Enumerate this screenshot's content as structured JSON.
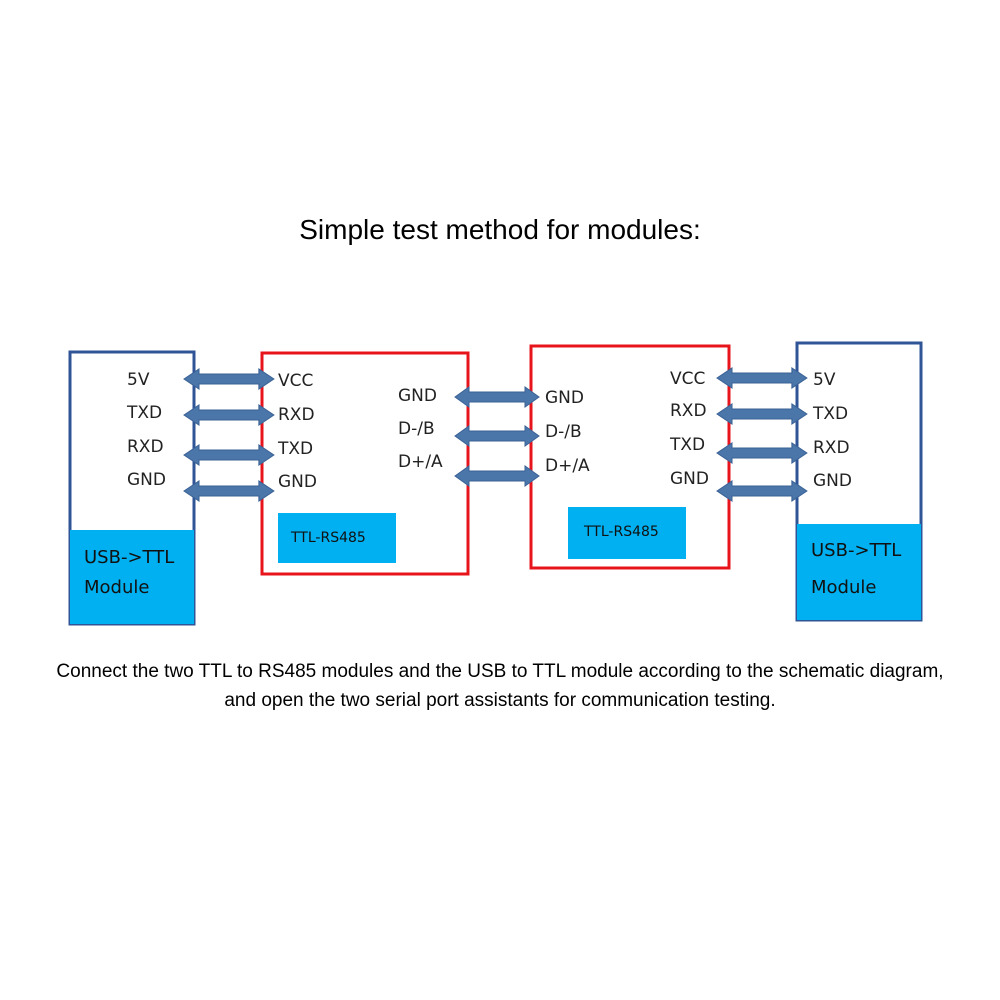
{
  "title": "Simple test method for modules:",
  "caption": "Connect the two TTL to RS485 modules and the USB to TTL module according to the schematic diagram, and open the two serial port assistants for communication testing.",
  "colors": {
    "module_border": "#2f5597",
    "rs485_border": "#e8141c",
    "label_fill": "#00b0f0",
    "arrow": "#4a76aa"
  },
  "left_usb": {
    "pins": [
      "5V",
      "TXD",
      "RXD",
      "GND"
    ],
    "label_line1": "USB->TTL",
    "label_line2": "Module"
  },
  "left_rs485": {
    "ttl_pins": [
      "VCC",
      "RXD",
      "TXD",
      "GND"
    ],
    "bus_pins": [
      "GND",
      "D-/B",
      "D+/A"
    ],
    "label": "TTL-RS485"
  },
  "right_rs485": {
    "bus_pins": [
      "GND",
      "D-/B",
      "D+/A"
    ],
    "ttl_pins": [
      "VCC",
      "RXD",
      "TXD",
      "GND"
    ],
    "label": "TTL-RS485"
  },
  "right_usb": {
    "pins": [
      "5V",
      "TXD",
      "RXD",
      "GND"
    ],
    "label_line1": "USB->TTL",
    "label_line2": "Module"
  }
}
